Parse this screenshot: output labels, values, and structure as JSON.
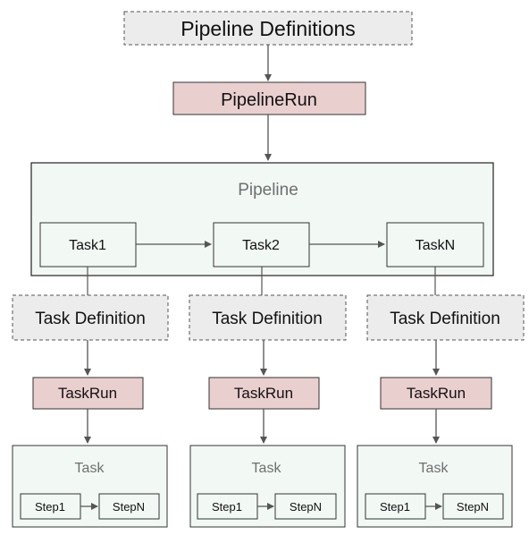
{
  "diagram": {
    "pipeline_definitions": "Pipeline Definitions",
    "pipeline_run": "PipelineRun",
    "pipeline": {
      "title": "Pipeline",
      "tasks": [
        "Task1",
        "Task2",
        "TaskN"
      ]
    },
    "columns": [
      {
        "task_definition": "Task Definition",
        "task_run": "TaskRun",
        "task_title": "Task",
        "steps": [
          "Step1",
          "StepN"
        ]
      },
      {
        "task_definition": "Task Definition",
        "task_run": "TaskRun",
        "task_title": "Task",
        "steps": [
          "Step1",
          "StepN"
        ]
      },
      {
        "task_definition": "Task Definition",
        "task_run": "TaskRun",
        "task_title": "Task",
        "steps": [
          "Step1",
          "StepN"
        ]
      }
    ]
  },
  "colors": {
    "dashed_fill": "#ececec",
    "run_fill": "#eacfcf",
    "container_fill": "#f2f8f4",
    "border": "#333333",
    "arrow": "#555555"
  }
}
